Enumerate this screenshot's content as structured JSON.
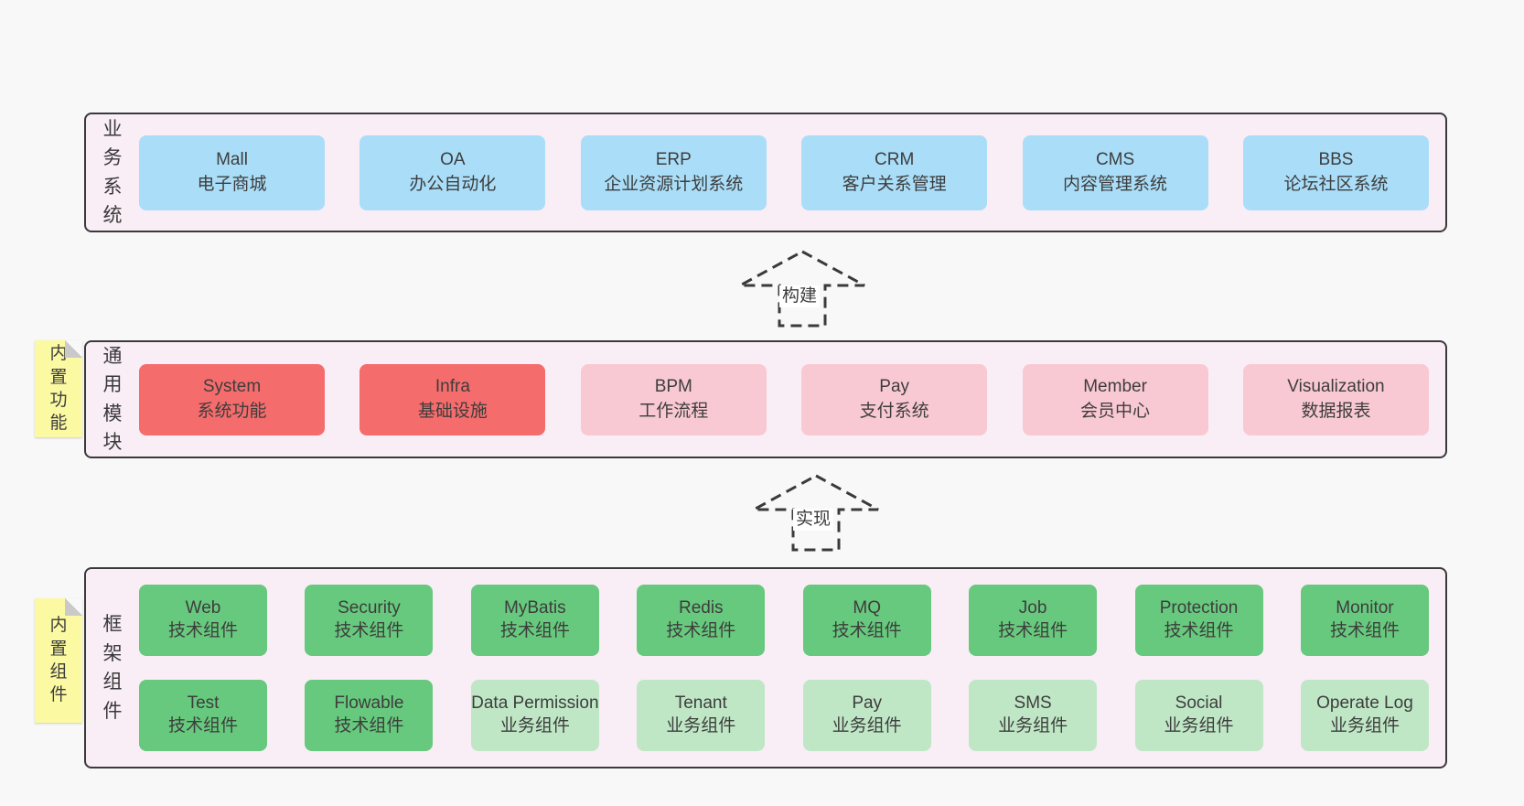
{
  "colors": {
    "page_bg": "#f8f8f8",
    "layer_bg": "#f9edf6",
    "layer_border": "#3a3a3a",
    "blue_box": "#aadef8",
    "red_box": "#f56c6c",
    "pink_box": "#f9c9d3",
    "green_box": "#67c97d",
    "lightgreen_box": "#bfe7c5",
    "note_bg": "#fbf9a2",
    "note_fold": "#c9c9c9",
    "text": "#3d3d3d"
  },
  "arrows": [
    {
      "label": "构建"
    },
    {
      "label": "实现"
    }
  ],
  "layers": {
    "business": {
      "label": "业务系统",
      "boxes": [
        {
          "title": "Mall",
          "subtitle": "电子商城"
        },
        {
          "title": "OA",
          "subtitle": "办公自动化"
        },
        {
          "title": "ERP",
          "subtitle": "企业资源计划系统"
        },
        {
          "title": "CRM",
          "subtitle": "客户关系管理"
        },
        {
          "title": "CMS",
          "subtitle": "内容管理系统"
        },
        {
          "title": "BBS",
          "subtitle": "论坛社区系统"
        }
      ]
    },
    "modules": {
      "label": "通用模块",
      "note": "内置功能",
      "boxes": [
        {
          "title": "System",
          "subtitle": "系统功能"
        },
        {
          "title": "Infra",
          "subtitle": "基础设施"
        },
        {
          "title": "BPM",
          "subtitle": "工作流程"
        },
        {
          "title": "Pay",
          "subtitle": "支付系统"
        },
        {
          "title": "Member",
          "subtitle": "会员中心"
        },
        {
          "title": "Visualization",
          "subtitle": "数据报表"
        }
      ]
    },
    "framework": {
      "label": "框架组件",
      "note": "内置组件",
      "row1": [
        {
          "title": "Web",
          "subtitle": "技术组件"
        },
        {
          "title": "Security",
          "subtitle": "技术组件"
        },
        {
          "title": "MyBatis",
          "subtitle": "技术组件"
        },
        {
          "title": "Redis",
          "subtitle": "技术组件"
        },
        {
          "title": "MQ",
          "subtitle": "技术组件"
        },
        {
          "title": "Job",
          "subtitle": "技术组件"
        },
        {
          "title": "Protection",
          "subtitle": "技术组件"
        },
        {
          "title": "Monitor",
          "subtitle": "技术组件"
        }
      ],
      "row2": [
        {
          "title": "Test",
          "subtitle": "技术组件"
        },
        {
          "title": "Flowable",
          "subtitle": "技术组件"
        },
        {
          "title": "Data Permission",
          "subtitle": "业务组件"
        },
        {
          "title": "Tenant",
          "subtitle": "业务组件"
        },
        {
          "title": "Pay",
          "subtitle": "业务组件"
        },
        {
          "title": "SMS",
          "subtitle": "业务组件"
        },
        {
          "title": "Social",
          "subtitle": "业务组件"
        },
        {
          "title": "Operate Log",
          "subtitle": "业务组件"
        }
      ]
    }
  }
}
